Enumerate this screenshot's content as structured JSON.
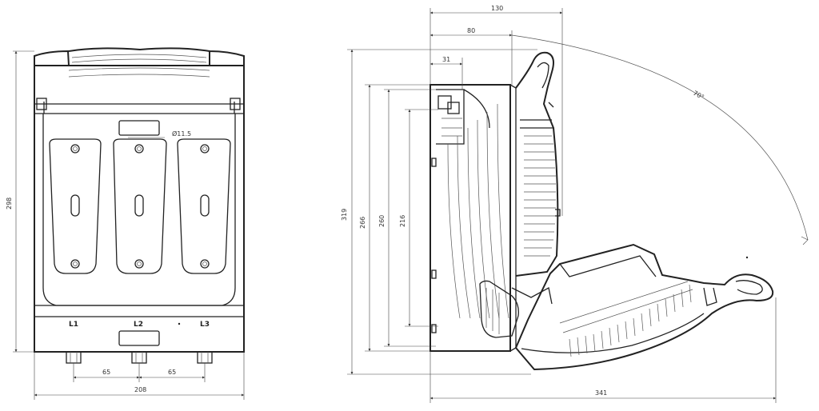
{
  "front_view": {
    "phase_labels": [
      "L1",
      "L2",
      "L3"
    ],
    "hole_diameter": "Ø11.5",
    "dim_height": "298",
    "dim_width": "208",
    "dim_spacing_left": "65",
    "dim_spacing_right": "65"
  },
  "side_view": {
    "dim_top_130": "130",
    "dim_top_80": "80",
    "dim_top_31": "31",
    "dim_319": "319",
    "dim_266": "266",
    "dim_260": "260",
    "dim_216": "216",
    "dim_bottom_341": "341",
    "arc_angle": "70°"
  }
}
